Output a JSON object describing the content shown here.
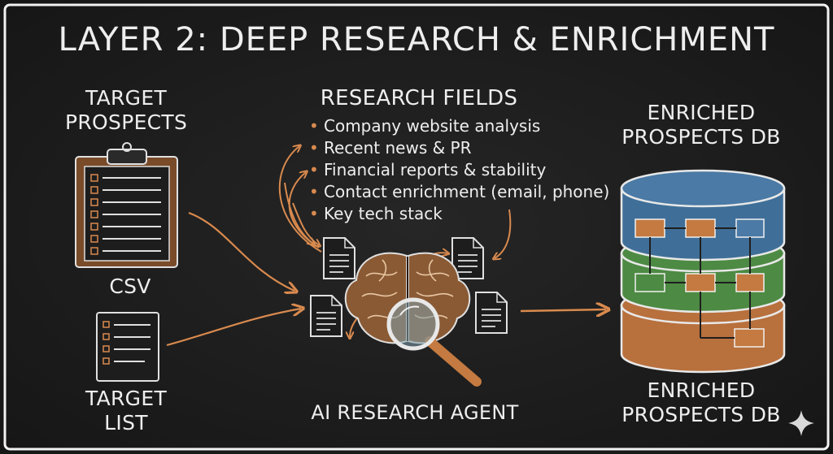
{
  "title": "LAYER 2: DEEP RESEARCH & ENRICHMENT",
  "target_prospects": {
    "label_line1": "TARGET",
    "label_line2": "PROSPECTS",
    "file_label": "CSV",
    "icon": "clipboard-icon"
  },
  "target_list": {
    "label_line1": "TARGET",
    "label_line2": "LIST",
    "icon": "checklist-icon"
  },
  "research_fields": {
    "heading": "RESEARCH FIELDS",
    "items": [
      "Company website analysis",
      "Recent news & PR",
      "Financial reports & stability",
      "Contact enrichment (email, phone)",
      "Key tech stack"
    ]
  },
  "agent": {
    "label": "AI RESEARCH AGENT",
    "icon": "brain-magnifier-icon"
  },
  "enriched_db": {
    "top_label_line1": "ENRICHED",
    "top_label_line2": "PROSPECTS DB",
    "bottom_label_line1": "ENRICHED",
    "bottom_label_line2": "PROSPECTS DB",
    "icon": "database-icon"
  },
  "colors": {
    "background": "#1c1c1c",
    "chalk": "#eeeeee",
    "accent_orange": "#d98a4e",
    "db_blue": "#3f6f98",
    "db_green": "#4d8a43",
    "db_orange": "#b8703d"
  }
}
